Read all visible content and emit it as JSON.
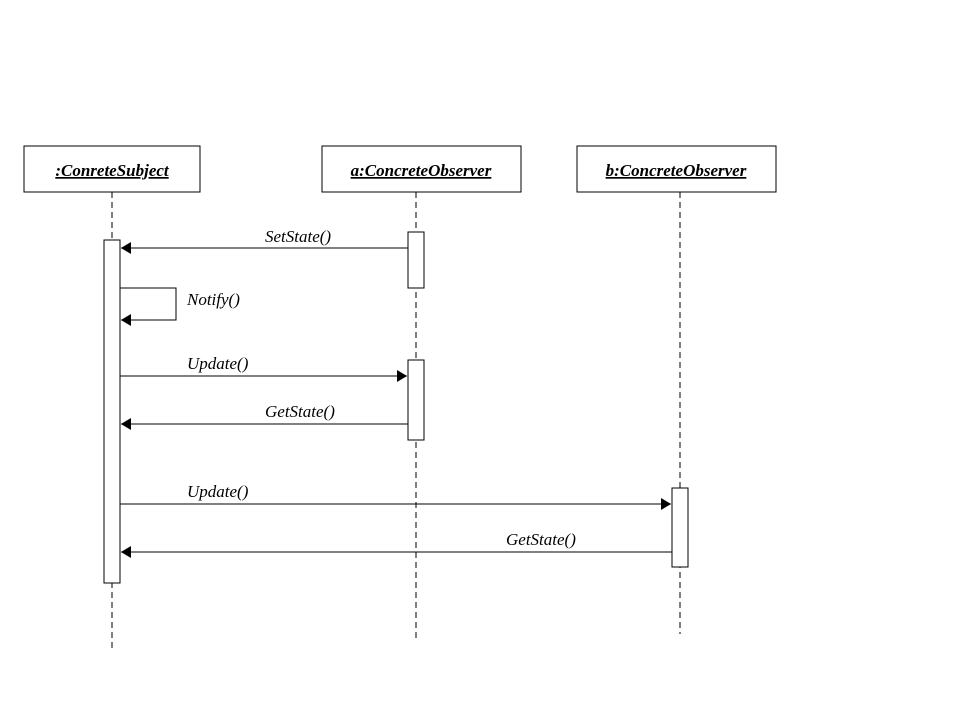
{
  "lifelines": [
    {
      "id": "subject",
      "label": ":ConreteSubject"
    },
    {
      "id": "obs_a",
      "label": "a:ConcreteObserver"
    },
    {
      "id": "obs_b",
      "label": "b:ConcreteObserver"
    }
  ],
  "messages": [
    {
      "id": "setstate",
      "label": "SetState()",
      "from": "a:ConcreteObserver",
      "to": ":ConreteSubject"
    },
    {
      "id": "notify",
      "label": "Notify()",
      "from": ":ConreteSubject",
      "to": ":ConreteSubject"
    },
    {
      "id": "update_a",
      "label": "Update()",
      "from": ":ConreteSubject",
      "to": "a:ConcreteObserver"
    },
    {
      "id": "getstate_a",
      "label": "GetState()",
      "from": "a:ConcreteObserver",
      "to": ":ConreteSubject"
    },
    {
      "id": "update_b",
      "label": "Update()",
      "from": ":ConreteSubject",
      "to": "b:ConcreteObserver"
    },
    {
      "id": "getstate_b",
      "label": "GetState()",
      "from": "b:ConcreteObserver",
      "to": ":ConreteSubject"
    }
  ]
}
